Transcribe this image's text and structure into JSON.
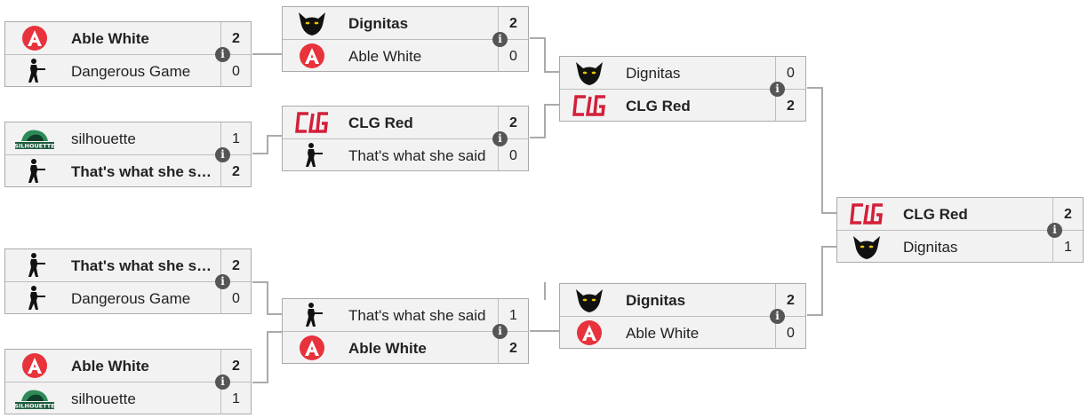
{
  "teams": {
    "able": "Able White",
    "dangerous": "Dangerous Game",
    "silhouette": "silhouette",
    "twss": "That's what she said",
    "dignitas": "Dignitas",
    "clg": "CLG Red"
  },
  "icons": {
    "able": "able-white-logo-icon",
    "csgo": "counter-strike-soldier-icon",
    "silhouette": "silhouette-logo-icon",
    "dignitas": "dignitas-owl-logo-icon",
    "clg": "clg-logo-icon",
    "info": "info-icon"
  },
  "info_glyph": "i",
  "colors": {
    "able": "#e8323c",
    "clg": "#d41f3a",
    "silhouette": "#2e8b57",
    "border": "#aaaaaa",
    "info": "#555555"
  },
  "matches": [
    {
      "id": "r1m1",
      "top": {
        "team": "Able White",
        "logo": "able",
        "score": "2",
        "win": true
      },
      "bot": {
        "team": "Dangerous Game",
        "logo": "csgo",
        "score": "0",
        "win": false
      }
    },
    {
      "id": "r1m2",
      "top": {
        "team": "silhouette",
        "logo": "silhouette",
        "score": "1",
        "win": false
      },
      "bot": {
        "team": "That's what she said",
        "logo": "csgo",
        "score": "2",
        "win": true
      }
    },
    {
      "id": "r1m3",
      "top": {
        "team": "That's what she said",
        "logo": "csgo",
        "score": "2",
        "win": true
      },
      "bot": {
        "team": "Dangerous Game",
        "logo": "csgo",
        "score": "0",
        "win": false
      }
    },
    {
      "id": "r1m4",
      "top": {
        "team": "Able White",
        "logo": "able",
        "score": "2",
        "win": true
      },
      "bot": {
        "team": "silhouette",
        "logo": "silhouette",
        "score": "1",
        "win": false
      }
    },
    {
      "id": "r2m1",
      "top": {
        "team": "Dignitas",
        "logo": "dignitas",
        "score": "2",
        "win": true
      },
      "bot": {
        "team": "Able White",
        "logo": "able",
        "score": "0",
        "win": false
      }
    },
    {
      "id": "r2m2",
      "top": {
        "team": "CLG Red",
        "logo": "clg",
        "score": "2",
        "win": true
      },
      "bot": {
        "team": "That's what she said",
        "logo": "csgo",
        "score": "0",
        "win": false
      }
    },
    {
      "id": "r2m3",
      "top": {
        "team": "That's what she said",
        "logo": "csgo",
        "score": "1",
        "win": false
      },
      "bot": {
        "team": "Able White",
        "logo": "able",
        "score": "2",
        "win": true
      }
    },
    {
      "id": "r3m1",
      "top": {
        "team": "Dignitas",
        "logo": "dignitas",
        "score": "0",
        "win": false
      },
      "bot": {
        "team": "CLG Red",
        "logo": "clg",
        "score": "2",
        "win": true
      }
    },
    {
      "id": "r3m2",
      "top": {
        "team": "Dignitas",
        "logo": "dignitas",
        "score": "2",
        "win": true
      },
      "bot": {
        "team": "Able White",
        "logo": "able",
        "score": "0",
        "win": false
      }
    },
    {
      "id": "final",
      "top": {
        "team": "CLG Red",
        "logo": "clg",
        "score": "2",
        "win": true
      },
      "bot": {
        "team": "Dignitas",
        "logo": "dignitas",
        "score": "1",
        "win": false
      }
    }
  ]
}
